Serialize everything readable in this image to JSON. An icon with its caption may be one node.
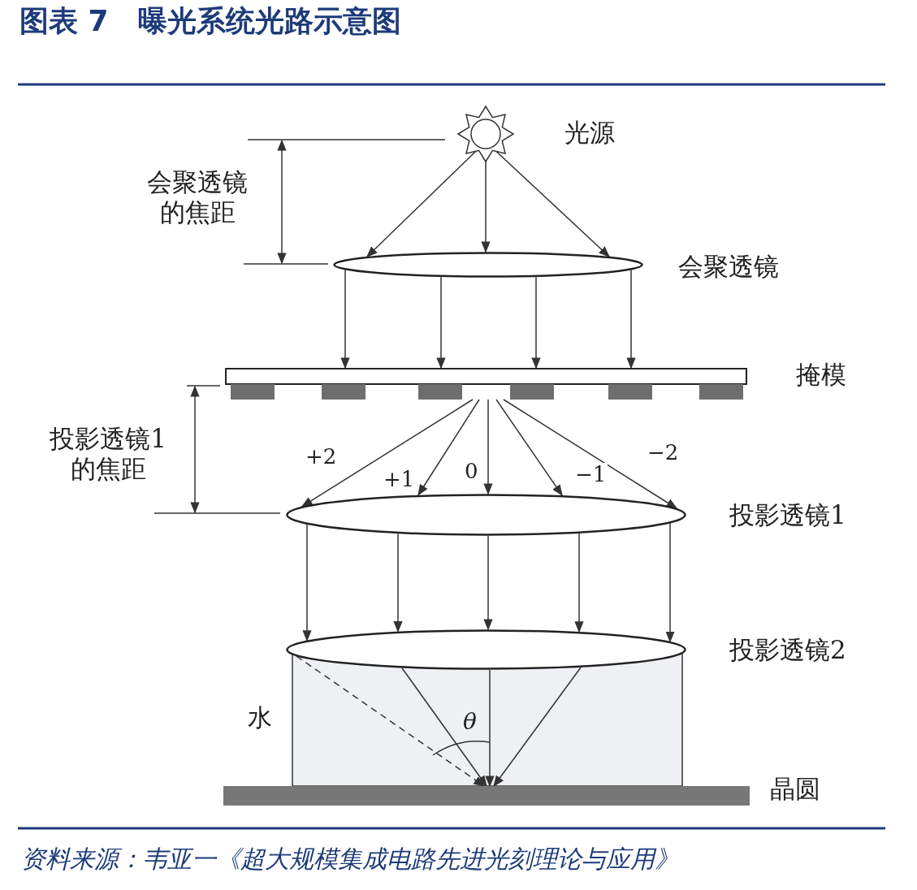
{
  "diagram": {
    "title": "图表 7　曝光系统光路示意图",
    "caption": "资料来源：韦亚一《超大规模集成电路先进光刻理论与应用》",
    "nodes": [
      {
        "text": [],
        "shape": "star",
        "beside": [
          "光源"
        ]
      },
      {
        "text": [],
        "shape": "ellipse",
        "beside": [
          "会聚透镜"
        ]
      },
      {
        "text": [],
        "shape": "bar",
        "beside": [
          "掩模"
        ]
      },
      {
        "text": [],
        "shape": "ellipse",
        "beside": [
          "投影透镜1"
        ]
      },
      {
        "text": [],
        "shape": "ellipse",
        "beside": [
          "投影透镜2"
        ]
      },
      {
        "text": [],
        "shape": "bar",
        "beside": [
          "晶圆"
        ]
      }
    ],
    "edges": [
      {
        "from": 0,
        "to": 1,
        "arrow": "to"
      },
      {
        "from": 0,
        "to": 1,
        "arrow": "to"
      },
      {
        "from": 0,
        "to": 1,
        "arrow": "to"
      },
      {
        "from": 1,
        "to": 2,
        "arrow": "to"
      },
      {
        "from": 1,
        "to": 2,
        "arrow": "to"
      },
      {
        "from": 1,
        "to": 2,
        "arrow": "to"
      },
      {
        "from": 1,
        "to": 2,
        "arrow": "to"
      },
      {
        "from": 2,
        "to": 3,
        "arrow": "to",
        "label": "+2"
      },
      {
        "from": 2,
        "to": 3,
        "arrow": "to",
        "label": "+1"
      },
      {
        "from": 2,
        "to": 3,
        "arrow": "to",
        "label": "0"
      },
      {
        "from": 2,
        "to": 3,
        "arrow": "to",
        "label": "−1"
      },
      {
        "from": 2,
        "to": 3,
        "arrow": "to",
        "label": "−2"
      },
      {
        "from": 3,
        "to": 4,
        "arrow": "to"
      },
      {
        "from": 3,
        "to": 4,
        "arrow": "to"
      },
      {
        "from": 3,
        "to": 4,
        "arrow": "to"
      },
      {
        "from": 3,
        "to": 4,
        "arrow": "to"
      },
      {
        "from": 3,
        "to": 4,
        "arrow": "to"
      },
      {
        "from": 4,
        "to": 5,
        "arrow": "to",
        "style": "dashed"
      },
      {
        "from": 4,
        "to": 5,
        "arrow": "to"
      },
      {
        "from": 4,
        "to": 5,
        "arrow": "to"
      },
      {
        "from": 4,
        "to": 5,
        "arrow": "to"
      }
    ],
    "labels": [
      "会聚透镜的焦距",
      "投影透镜1的焦距",
      "水",
      "θ"
    ]
  }
}
